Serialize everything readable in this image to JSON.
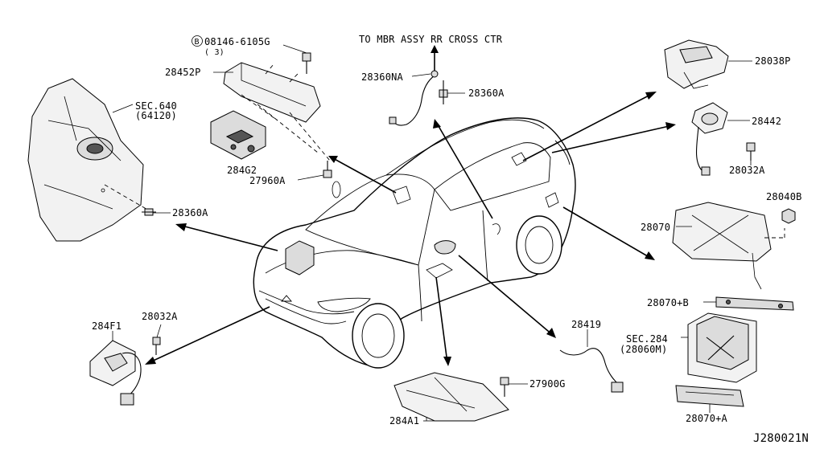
{
  "labels": {
    "to_mbr": "TO MBR ASSY RR CROSS CTR",
    "p_28360NA": "28360NA",
    "p_28360A_top": "28360A",
    "b_marker": "B",
    "p_08146": "08146-6105G",
    "p_qty3": "( 3)",
    "p_28452P": "28452P",
    "p_sec640": "SEC.640",
    "p_64120": "(64120)",
    "p_284G2": "284G2",
    "p_27960A": "27960A",
    "p_28360A_left": "28360A",
    "p_28038P": "28038P",
    "p_28442": "28442",
    "p_28032A_right": "28032A",
    "p_28040B": "28040B",
    "p_28070": "28070",
    "p_28070B": "28070+B",
    "p_sec284": "SEC.284",
    "p_28060M": "(28060M)",
    "p_28070A": "28070+A",
    "p_284F1": "284F1",
    "p_28032A_left": "28032A",
    "p_28419": "28419",
    "p_27900G": "27900G",
    "p_284A1": "284A1",
    "diagram_id": "J280021N"
  }
}
